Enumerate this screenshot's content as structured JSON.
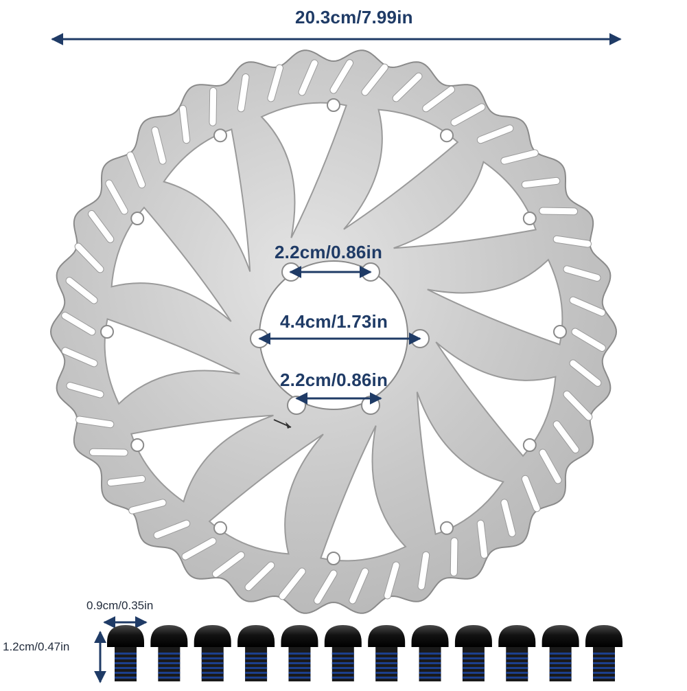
{
  "dimensions": {
    "rotor_diameter": "20.3cm/7.99in",
    "bolt_spacing_upper": "2.2cm/0.86in",
    "center_hole": "4.4cm/1.73in",
    "bolt_spacing_lower": "2.2cm/0.86in",
    "bolt_width": "0.9cm/0.35in",
    "bolt_length": "1.2cm/0.47in"
  },
  "bolts": {
    "count": 12
  },
  "colors": {
    "arrow": "#1f3b66",
    "rotor_face": "#c9c9c9",
    "rotor_edge": "#8a8a8a",
    "bolt_head": "#1a1a1a",
    "bolt_thread": "#1c3f8c"
  }
}
